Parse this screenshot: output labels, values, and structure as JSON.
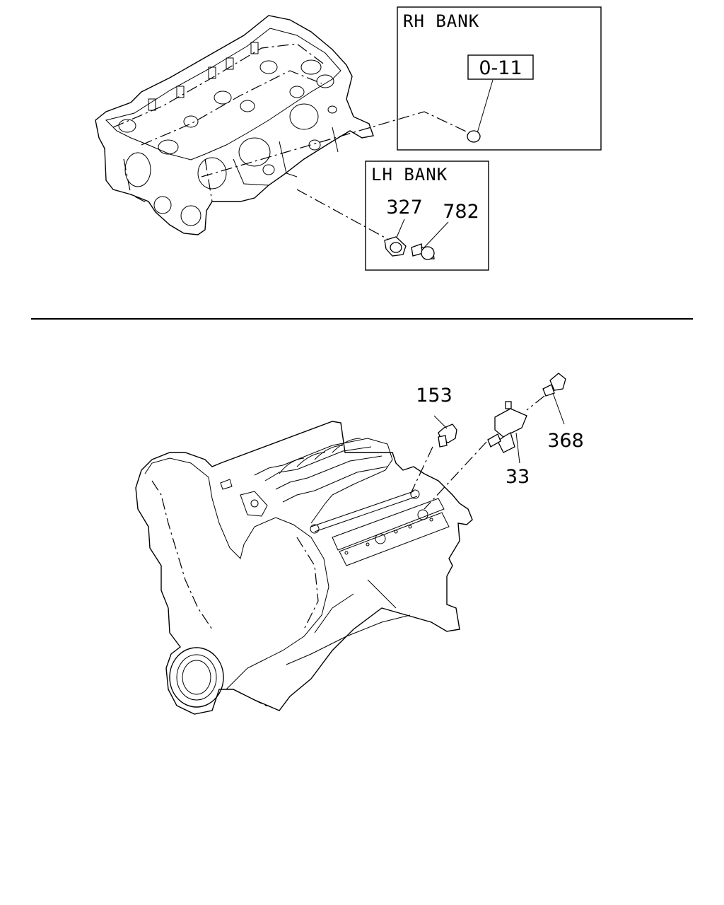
{
  "top_section": {
    "rh_box": {
      "title": "RH  BANK",
      "ref_code": "0-11"
    },
    "lh_box": {
      "title": "LH  BANK",
      "callouts": [
        "327",
        "782"
      ]
    }
  },
  "bottom_section": {
    "callouts": [
      "153",
      "368",
      "33"
    ]
  }
}
